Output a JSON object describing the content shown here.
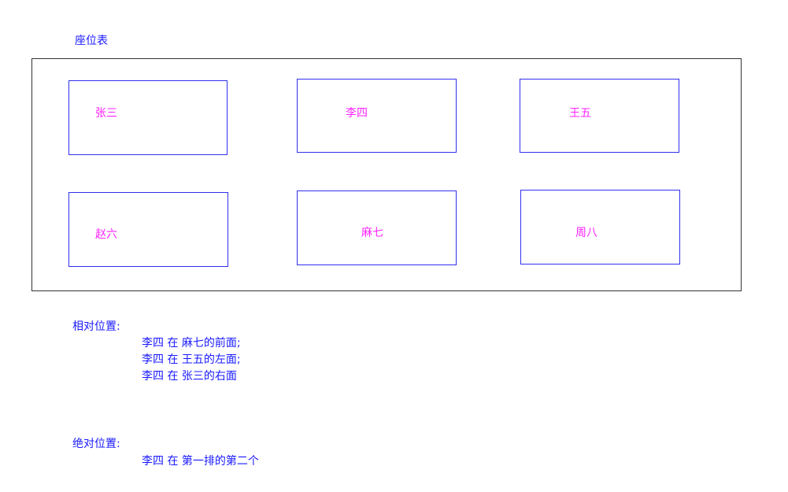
{
  "title": "座位表",
  "colors": {
    "text": "#1a1aff",
    "seat_border": "#3030ee",
    "seat_name": "#ff22ff",
    "frame_border": "#333333"
  },
  "seats": [
    {
      "name": "张三",
      "row": 1,
      "col": 1
    },
    {
      "name": "李四",
      "row": 1,
      "col": 2
    },
    {
      "name": "王五",
      "row": 1,
      "col": 3
    },
    {
      "name": "赵六",
      "row": 2,
      "col": 1
    },
    {
      "name": "麻七",
      "row": 2,
      "col": 2
    },
    {
      "name": "周八",
      "row": 2,
      "col": 3
    }
  ],
  "relative": {
    "label": "相对位置:",
    "lines": [
      "李四 在 麻七的前面;",
      "李四 在 王五的左面;",
      "李四 在 张三的右面"
    ]
  },
  "absolute": {
    "label": "绝对位置:",
    "lines": [
      "李四 在 第一排的第二个"
    ]
  }
}
